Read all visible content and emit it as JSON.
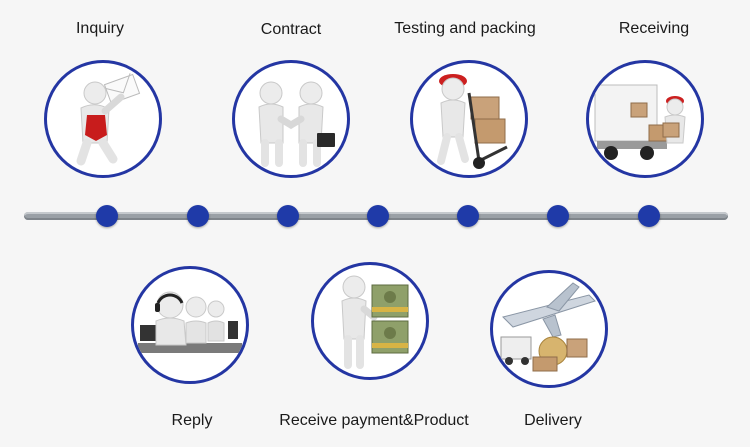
{
  "steps_top": [
    {
      "label": "Inquiry",
      "icon": "person-with-envelope-icon"
    },
    {
      "label": "Contract",
      "icon": "handshake-icon"
    },
    {
      "label": "Testing and packing",
      "icon": "hand-truck-boxes-icon"
    },
    {
      "label": "Receiving",
      "icon": "delivery-truck-unloading-icon"
    }
  ],
  "steps_bottom": [
    {
      "label": "Reply",
      "icon": "headset-call-center-icon"
    },
    {
      "label": "Receive payment&Product",
      "icon": "person-with-money-icon"
    },
    {
      "label": "Delivery",
      "icon": "airplane-cargo-icon"
    }
  ],
  "colors": {
    "circle_border": "#2436a3",
    "dot": "#1f3aa8",
    "timeline": "#9aa0a6",
    "figure": "#e9e9e9"
  }
}
